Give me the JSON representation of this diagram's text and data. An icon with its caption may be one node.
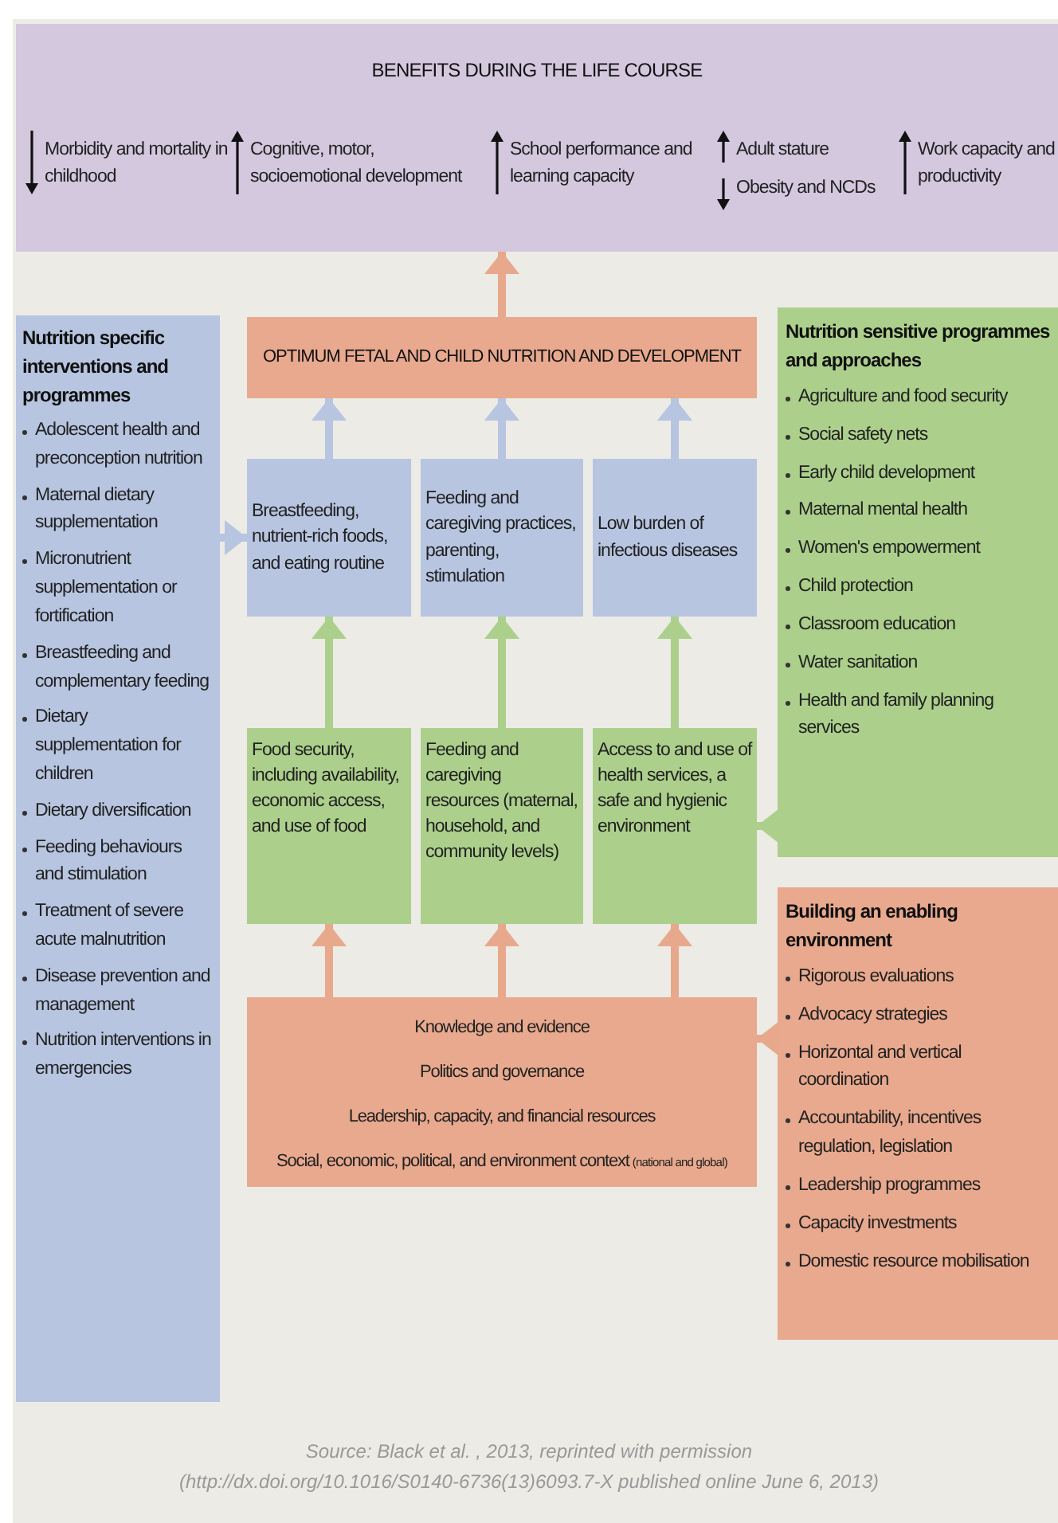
{
  "diagram": {
    "caption": "Source: Black et al. , 2013, reprinted with permission (http://dx.doi.org/10.1016/S0140-6736(13)6093.7-X published online June 6, 2013)",
    "nodes": [
      {
        "text": [
          "BENEFITS DURING THE LIFE COURSE"
        ]
      },
      {
        "text": [
          "OPTIMUM FETAL AND CHILD NUTRITION AND DEVELOPMENT"
        ]
      },
      {
        "text": [
          "Breastfeeding, nutrient-rich foods, and eating routine"
        ]
      },
      {
        "text": [
          "Feeding and caregiving practices, parenting, stimulation"
        ]
      },
      {
        "text": [
          "Low burden of infectious diseases"
        ]
      },
      {
        "text": [
          "Food security, including availability, economic access, and use of food"
        ]
      },
      {
        "text": [
          "Feeding and caregiving resources (maternal, household, and community levels)"
        ]
      },
      {
        "text": [
          "Access to and use of health services, a safe and hygienic environment"
        ]
      },
      {
        "text": [
          "Knowledge and evidence",
          "Politics and governance",
          "Leadership, capacity, and financial resources",
          "Social, economic, political, and environment context",
          "(national and global)"
        ]
      },
      {
        "text": [
          "Nutrition specific interventions and programmes",
          "Adolescent health and preconception nutrition",
          "Maternal dietary supplementation",
          "Micronutrient supplementation or fortification",
          "Breastfeeding and complementary feeding",
          "Dietary supplementation for children",
          "Dietary diversification",
          "Feeding behaviours and stimulation",
          "Treatment of severe acute malnutrition",
          "Disease prevention and management",
          "Nutrition interventions in emergencies"
        ]
      },
      {
        "text": [
          "Nutrition sensitive programmes and approaches",
          "Agriculture and food security",
          "Social safety nets",
          "Early child development",
          "Maternal mental health",
          "Women's empowerment",
          "Child protection",
          "Classroom education",
          "Water sanitation",
          "Health and family planning services"
        ]
      },
      {
        "text": [
          "Building an enabling environment",
          "Rigorous evaluations",
          "Advocacy strategies",
          "Horizontal and vertical coordination",
          "Accountability, incentives regulation, legislation",
          "Leadership programmes",
          "Capacity investments",
          "Domestic resource mobilisation"
        ]
      }
    ],
    "edges": [
      {
        "from": 1,
        "to": 0,
        "arrow": "to",
        "color": "#e8a88c"
      },
      {
        "from": 2,
        "to": 1,
        "arrow": "to",
        "color": "#b7c5e0"
      },
      {
        "from": 3,
        "to": 1,
        "arrow": "to",
        "color": "#b7c5e0"
      },
      {
        "from": 4,
        "to": 1,
        "arrow": "to",
        "color": "#b7c5e0"
      },
      {
        "from": 5,
        "to": 2,
        "arrow": "to",
        "color": "#acd08c"
      },
      {
        "from": 6,
        "to": 3,
        "arrow": "to",
        "color": "#acd08c"
      },
      {
        "from": 7,
        "to": 4,
        "arrow": "to",
        "color": "#acd08c"
      },
      {
        "from": 8,
        "to": 5,
        "arrow": "to",
        "color": "#e8a88c"
      },
      {
        "from": 8,
        "to": 6,
        "arrow": "to",
        "color": "#e8a88c"
      },
      {
        "from": 8,
        "to": 7,
        "arrow": "to",
        "color": "#e8a88c"
      },
      {
        "from": 9,
        "to": 2,
        "arrow": "to",
        "color": "#b7c5e0"
      },
      {
        "from": 10,
        "to": 7,
        "arrow": "to",
        "color": "#acd08c"
      },
      {
        "from": 11,
        "to": 8,
        "arrow": "to",
        "color": "#e8a88c"
      }
    ],
    "labels": [
      "Morbidity and mortality in childhood",
      "Cognitive, motor, socioemotional development",
      "School performance and learning capacity",
      "Adult stature",
      "Obesity and NCDs",
      "Work capacity and productivity"
    ]
  }
}
